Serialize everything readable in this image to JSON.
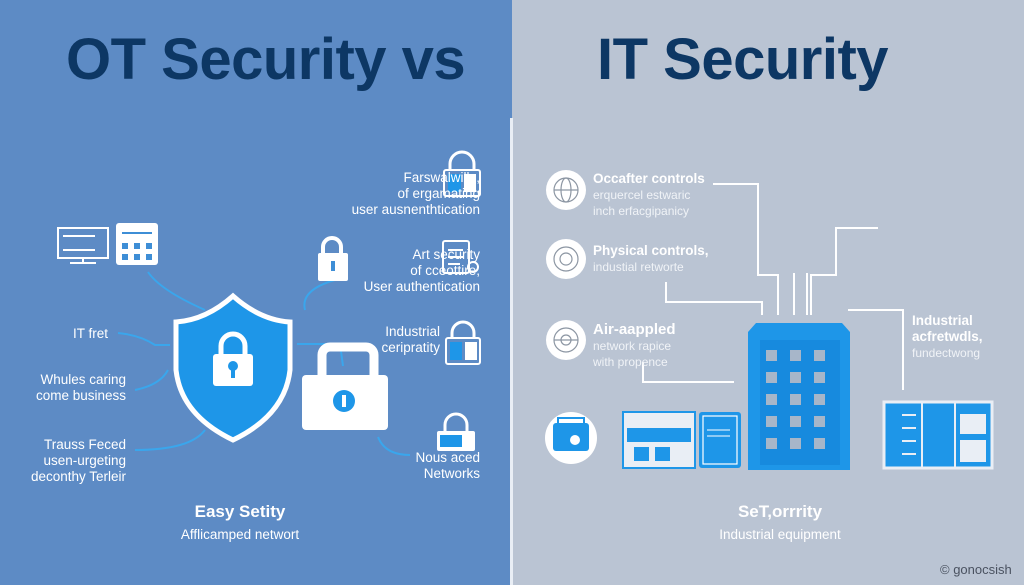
{
  "colors": {
    "ot_background": "#5d8bc5",
    "it_background": "#bac4d3",
    "title": "#0d3764",
    "accent": "#1e96e8"
  },
  "ot": {
    "title": "OT Security vs",
    "labels": [
      {
        "lines": [
          "Farswalwills,",
          "of ergamating",
          "user ausnenthtication"
        ]
      },
      {
        "lines": [
          "Art security",
          "of cceottire,",
          "User authentication"
        ]
      },
      {
        "lines": [
          "Industrial",
          "ceripratity"
        ]
      },
      {
        "lines": [
          "Nous aced",
          "Networks"
        ]
      },
      {
        "lines": [
          "IT fret"
        ]
      },
      {
        "lines": [
          "Whules caring",
          "come business"
        ]
      },
      {
        "lines": [
          "Trauss Feced",
          "usen-urgeting",
          "deconthy Terleir"
        ]
      }
    ],
    "caption_title": "Easy Setity",
    "caption_sub": "Afflicamped networt"
  },
  "it": {
    "title": "IT  Security",
    "labels": [
      {
        "heading": "Occafter controls",
        "lines": [
          "erquercel estwaric",
          "inch erfacgipanicy"
        ]
      },
      {
        "heading": "Physical controls,",
        "lines": [
          "industial retworte"
        ]
      },
      {
        "heading": "Air-aappled",
        "lines": [
          "network rapice",
          "with propence"
        ]
      },
      {
        "heading": "Industrial",
        "lines": [
          "acfretwdls,",
          "fundectwong"
        ]
      }
    ],
    "caption_title": "SeT,orrrity",
    "caption_sub": "Industrial equipment",
    "watermark": "© gonocsish"
  }
}
